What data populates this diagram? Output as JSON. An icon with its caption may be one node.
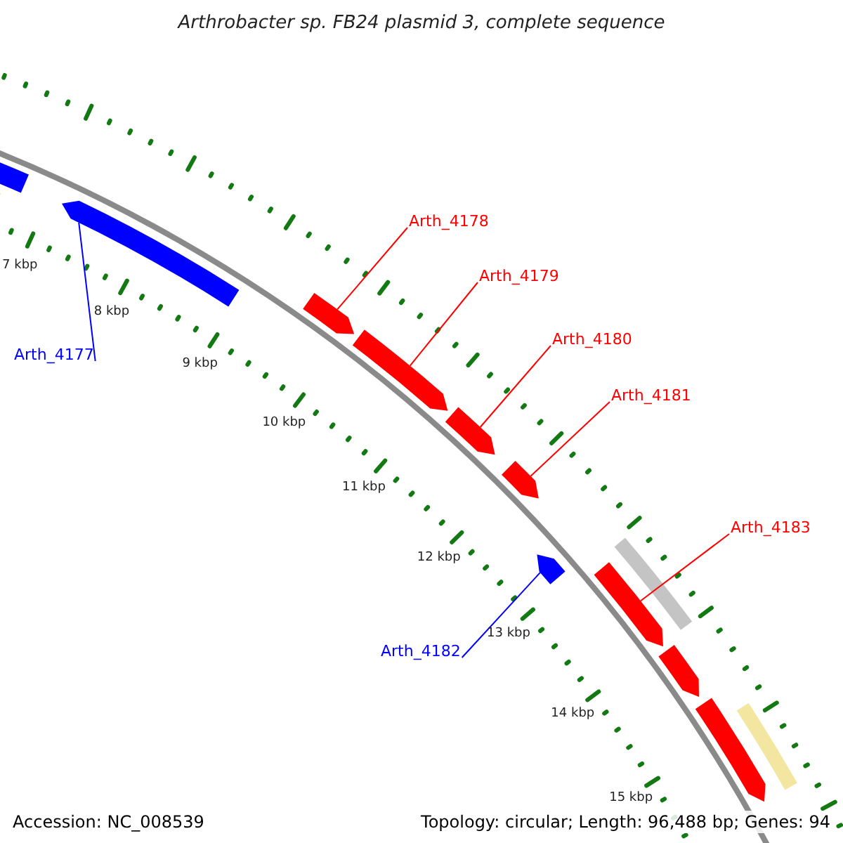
{
  "diagram": {
    "title": "Arthrobacter sp. FB24 plasmid 3, complete sequence",
    "nodes": [
      {
        "text": [],
        "shape": "arrow"
      },
      {
        "text": [],
        "shape": "bar"
      },
      {
        "text": [
          "Arth_4177"
        ]
      },
      {
        "text": [],
        "shape": "arrow"
      },
      {
        "text": [
          "Arth_4178"
        ]
      },
      {
        "text": [],
        "shape": "arrow"
      },
      {
        "text": [
          "Arth_4179"
        ]
      },
      {
        "text": [],
        "shape": "arrow"
      },
      {
        "text": [
          "Arth_4180"
        ]
      },
      {
        "text": [],
        "shape": "arrow"
      },
      {
        "text": [
          "Arth_4181"
        ]
      },
      {
        "text": [],
        "shape": "arrow"
      },
      {
        "text": [
          "Arth_4183"
        ]
      },
      {
        "text": [],
        "shape": "bar"
      },
      {
        "text": [],
        "shape": "arrow"
      },
      {
        "text": [
          "Arth_4182"
        ]
      },
      {
        "text": [],
        "shape": "arrow"
      },
      {
        "text": [],
        "shape": "arrow"
      },
      {
        "text": [],
        "shape": "arrow"
      },
      {
        "text": [],
        "shape": "bar"
      }
    ],
    "edges": [
      {
        "from": 2,
        "to": 3,
        "arrow": "none",
        "color": "#0000ff"
      },
      {
        "from": 4,
        "to": 5,
        "arrow": "none"
      },
      {
        "from": 6,
        "to": 7,
        "arrow": "none"
      },
      {
        "from": 8,
        "to": 9,
        "arrow": "none"
      },
      {
        "from": 10,
        "to": 11,
        "arrow": "none"
      },
      {
        "from": 12,
        "to": 14,
        "arrow": "none"
      },
      {
        "from": 15,
        "to": 16,
        "arrow": "none",
        "color": "#0000ff"
      }
    ],
    "labels": [
      "7 kbp",
      "8 kbp",
      "9 kbp",
      "10 kbp",
      "11 kbp",
      "12 kbp",
      "13 kbp",
      "14 kbp",
      "15 kbp",
      "Accession: NC_008539",
      "Topology: circular; Length: 96,488 bp; Genes: 94"
    ]
  }
}
